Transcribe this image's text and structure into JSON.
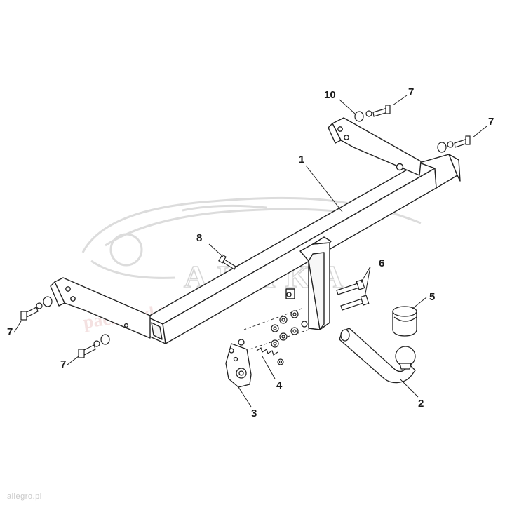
{
  "watermark": {
    "brand": "AHAKA",
    "tagline": "pack and travel"
  },
  "footer": {
    "site_mark": "allegro.pl"
  },
  "callouts": [
    {
      "id": "1",
      "text": "1"
    },
    {
      "id": "2",
      "text": "2"
    },
    {
      "id": "3",
      "text": "3"
    },
    {
      "id": "4",
      "text": "4"
    },
    {
      "id": "5",
      "text": "5"
    },
    {
      "id": "6",
      "text": "6"
    },
    {
      "id": "7a",
      "text": "7"
    },
    {
      "id": "7b",
      "text": "7"
    },
    {
      "id": "7c",
      "text": "7"
    },
    {
      "id": "7d",
      "text": "7"
    },
    {
      "id": "8",
      "text": "8"
    },
    {
      "id": "10",
      "text": "10"
    }
  ]
}
